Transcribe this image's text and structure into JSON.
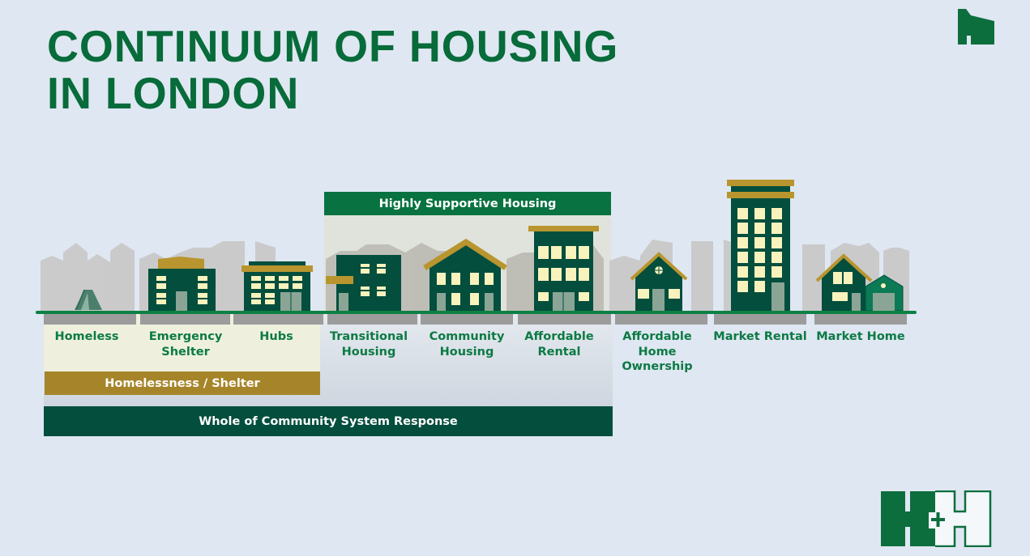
{
  "title": {
    "line1": "CONTINUUM OF HOUSING",
    "line2": "IN LONDON"
  },
  "logos": {
    "top_right": "house-logo-icon",
    "bottom_right": "h-plus-h-logo-icon"
  },
  "banners": {
    "highly_supportive": "Highly Supportive Housing",
    "homelessness_shelter": "Homelessness / Shelter",
    "whole_of_community": "Whole of Community System Response"
  },
  "categories": [
    {
      "label": "Homeless",
      "icon": "tent-icon"
    },
    {
      "label": "Emergency Shelter",
      "icon": "shelter-building-icon"
    },
    {
      "label": "Hubs",
      "icon": "hub-building-icon"
    },
    {
      "label": "Transitional Housing",
      "icon": "transitional-building-icon"
    },
    {
      "label": "Community Housing",
      "icon": "community-house-icon"
    },
    {
      "label": "Affordable Rental",
      "icon": "apartment-building-icon"
    },
    {
      "label": "Affordable Home Ownership",
      "icon": "small-house-icon"
    },
    {
      "label": "Market Rental",
      "icon": "tower-icon"
    },
    {
      "label": "Market Home",
      "icon": "house-with-garage-icon"
    }
  ],
  "colors": {
    "background": "#dfe7f2",
    "title_green": "#076b3a",
    "building_dark": "#034e3d",
    "accent_gold": "#b8952e",
    "window_cream": "#f8f2bd",
    "banner_green": "#087240",
    "banner_gold": "#a6852a",
    "skyline_gray": "#c9c9c9"
  }
}
